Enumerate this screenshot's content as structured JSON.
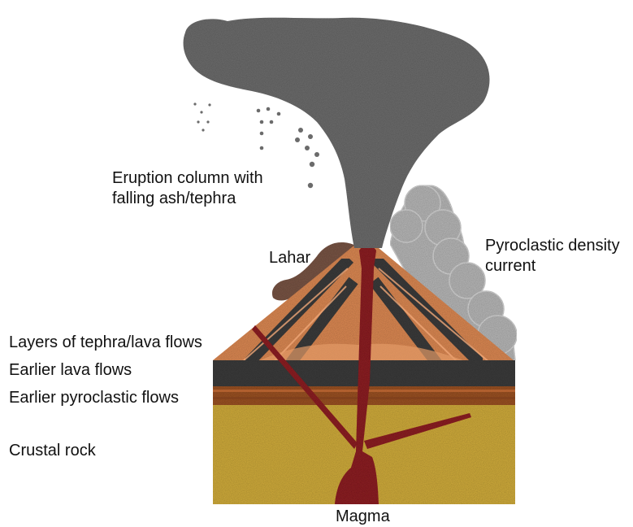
{
  "labels": {
    "eruption_column": "Eruption column with\nfalling ash/tephra",
    "lahar": "Lahar",
    "pyroclastic_current": "Pyroclastic density\ncurrent",
    "tephra_lava_layers": "Layers of tephra/lava flows",
    "earlier_lava": "Earlier lava flows",
    "earlier_pyroclastic": "Earlier pyroclastic flows",
    "crustal_rock": "Crustal rock",
    "magma": "Magma"
  },
  "colors": {
    "ash": "#6e6e6e",
    "pyroclastic_cloud": "#b9b9b9",
    "lahar": "#7a5647",
    "tephra_orange": "#de8a55",
    "lava_dark": "#3d3d3d",
    "pyroclastic_brown": "#9c5228",
    "crustal_rock": "#d2ad3c",
    "magma": "#8e2027"
  }
}
